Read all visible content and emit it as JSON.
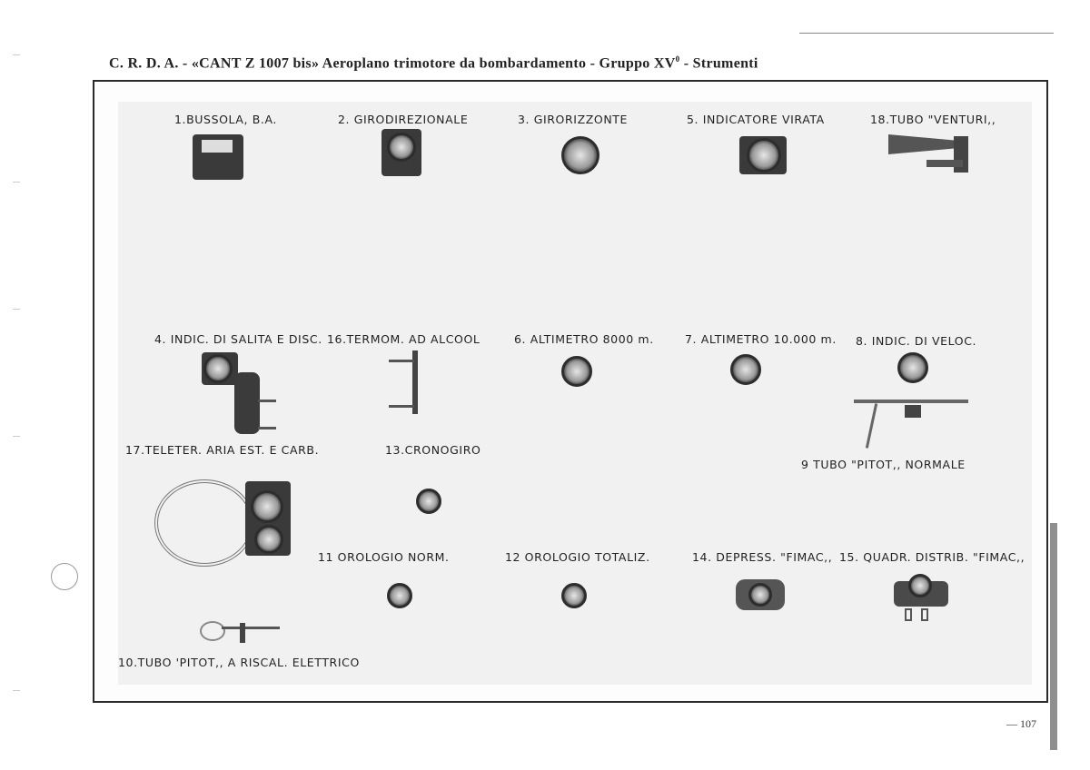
{
  "header": {
    "title_main": "C. R. D. A. - «CANT Z 1007 bis» Aeroplano trimotore da bombardamento - Gruppo XV",
    "title_sup": "0",
    "title_tail": " - Strumenti"
  },
  "instruments": [
    {
      "label": "1.BUSSOLA, B.A."
    },
    {
      "label": "2. GIRODIREZIONALE"
    },
    {
      "label": "3. GIRORIZZONTE"
    },
    {
      "label": "5. INDICATORE VIRATA"
    },
    {
      "label": "18.TUBO \"VENTURI,,"
    },
    {
      "label": "4. INDIC. DI SALITA E DISC."
    },
    {
      "label": "16.TERMOM. AD ALCOOL"
    },
    {
      "label": "6. ALTIMETRO 8000 m."
    },
    {
      "label": "7. ALTIMETRO 10.000 m."
    },
    {
      "label": "8. INDIC. DI VELOC."
    },
    {
      "label": "17.TELETER. ARIA EST. E CARB."
    },
    {
      "label": "13.CRONOGIRO"
    },
    {
      "label": "9 TUBO \"PITOT,, NORMALE"
    },
    {
      "label": "11 OROLOGIO NORM."
    },
    {
      "label": "12 OROLOGIO TOTALIZ."
    },
    {
      "label": "14. DEPRESS. \"FIMAC,,"
    },
    {
      "label": "15. QUADR. DISTRIB. \"FIMAC,,"
    },
    {
      "label": "10.TUBO 'PITOT,, A RISCAL. ELETTRICO"
    }
  ],
  "page_number": "— 107"
}
